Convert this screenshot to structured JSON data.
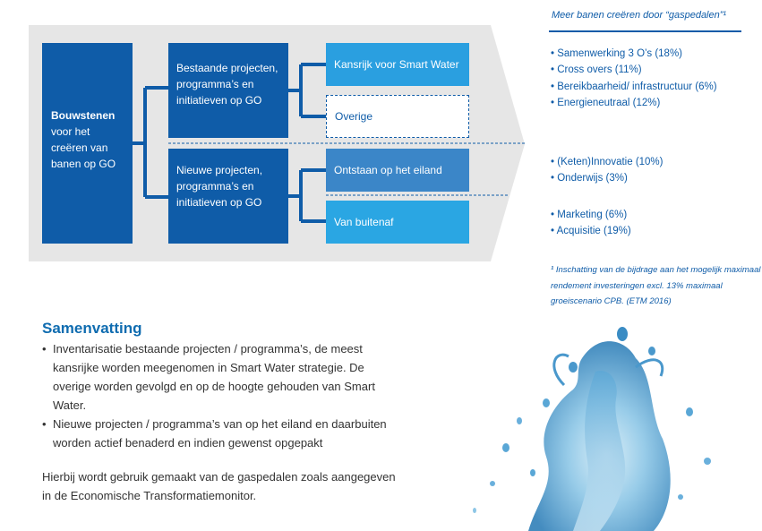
{
  "diagram": {
    "building_blocks": {
      "title": "Bouwstenen",
      "text": "voor het creëren van banen op GO"
    },
    "existing": {
      "label": "Bestaande projecten, programma’s en initiatieven op GO",
      "subs": [
        "Kansrijk voor Smart Water",
        "Overige"
      ]
    },
    "new": {
      "label": "Nieuwe projecten, programma’s en initiatieven op GO",
      "subs": [
        "Ontstaan op het eiland",
        "Van buitenaf"
      ]
    }
  },
  "side_panel": {
    "title": "Meer banen creëren door “gaspedalen”¹",
    "groups": [
      [
        "Samenwerking 3 O’s (18%)",
        "Cross overs (11%)",
        "Bereikbaarheid/ infrastructuur (6%)",
        "Energieneutraal (12%)"
      ],
      [
        "(Keten)Innovatie (10%)",
        "Onderwijs (3%)"
      ],
      [
        "Marketing (6%)",
        "Acquisitie (19%)"
      ]
    ],
    "footnote_marker": "¹",
    "footnote": "Inschatting van de bijdrage aan het mogelijk maximaal rendement investeringen excl. 13% maximaal groeiscenario CPB. (ETM 2016)"
  },
  "summary": {
    "title": "Samenvatting",
    "bullets": [
      "Inventarisatie bestaande projecten / programma’s, de meest kansrijke worden meegenomen in Smart Water strategie. De overige worden gevolgd en op de hoogte gehouden van Smart Water.",
      "Nieuwe projecten / programma’s van op het eiland en daarbuiten worden actief benaderd en indien gewenst opgepakt"
    ],
    "closing": "Hierbij wordt gebruik gemaakt van de gaspedalen zoals aangegeven in de Economische Transformatiemonitor."
  },
  "colors": {
    "dark_blue": "#0f5ca8",
    "light_blue": "#2a9fe0",
    "mid_blue": "#3b86c8",
    "arrow_gray": "#e6e6e6",
    "text": "#333333"
  }
}
